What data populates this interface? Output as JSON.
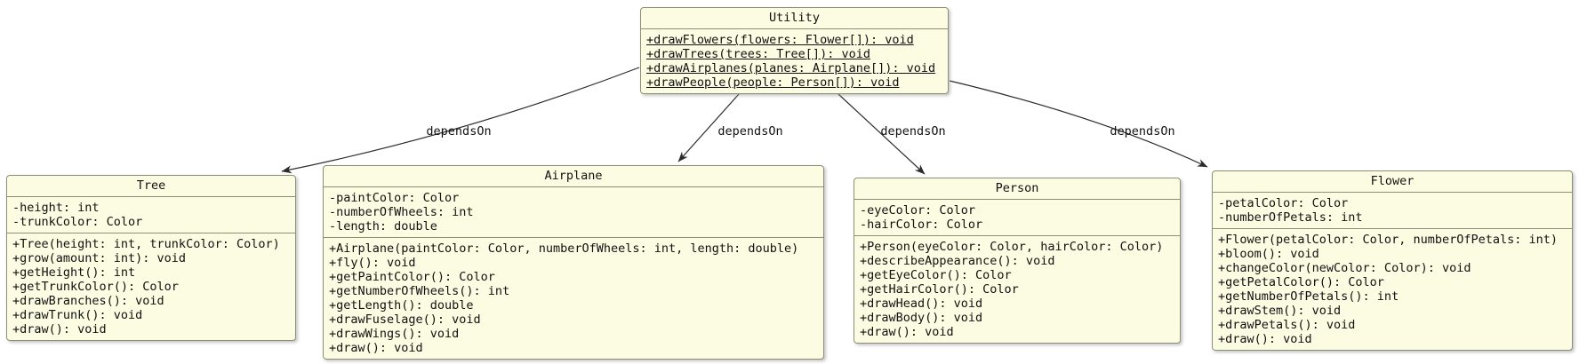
{
  "diagram": {
    "type": "uml-class-diagram",
    "dependency_label": "dependsOn",
    "colors": {
      "box_fill": "#fcfce3",
      "box_border": "#8e8e78",
      "edge_color": "#2b2b2b",
      "text_color": "#111111"
    }
  },
  "classes": [
    {
      "name": "Utility",
      "attributes": [],
      "methods": [
        {
          "text": "+drawFlowers(flowers: Flower[]): void",
          "static": true
        },
        {
          "text": "+drawTrees(trees: Tree[]): void",
          "static": true
        },
        {
          "text": "+drawAirplanes(planes: Airplane[]): void",
          "static": true
        },
        {
          "text": "+drawPeople(people: Person[]): void",
          "static": true
        }
      ]
    },
    {
      "name": "Tree",
      "attributes": [
        "-height: int",
        "-trunkColor: Color"
      ],
      "methods": [
        {
          "text": "+Tree(height: int, trunkColor: Color)",
          "static": false
        },
        {
          "text": "+grow(amount: int): void",
          "static": false
        },
        {
          "text": "+getHeight(): int",
          "static": false
        },
        {
          "text": "+getTrunkColor(): Color",
          "static": false
        },
        {
          "text": "+drawBranches(): void",
          "static": false
        },
        {
          "text": "+drawTrunk(): void",
          "static": false
        },
        {
          "text": "+draw(): void",
          "static": false
        }
      ]
    },
    {
      "name": "Airplane",
      "attributes": [
        "-paintColor: Color",
        "-numberOfWheels: int",
        "-length: double"
      ],
      "methods": [
        {
          "text": "+Airplane(paintColor: Color, numberOfWheels: int, length: double)",
          "static": false
        },
        {
          "text": "+fly(): void",
          "static": false
        },
        {
          "text": "+getPaintColor(): Color",
          "static": false
        },
        {
          "text": "+getNumberOfWheels(): int",
          "static": false
        },
        {
          "text": "+getLength(): double",
          "static": false
        },
        {
          "text": "+drawFuselage(): void",
          "static": false
        },
        {
          "text": "+drawWings(): void",
          "static": false
        },
        {
          "text": "+draw(): void",
          "static": false
        }
      ]
    },
    {
      "name": "Person",
      "attributes": [
        "-eyeColor: Color",
        "-hairColor: Color"
      ],
      "methods": [
        {
          "text": "+Person(eyeColor: Color, hairColor: Color)",
          "static": false
        },
        {
          "text": "+describeAppearance(): void",
          "static": false
        },
        {
          "text": "+getEyeColor(): Color",
          "static": false
        },
        {
          "text": "+getHairColor(): Color",
          "static": false
        },
        {
          "text": "+drawHead(): void",
          "static": false
        },
        {
          "text": "+drawBody(): void",
          "static": false
        },
        {
          "text": "+draw(): void",
          "static": false
        }
      ]
    },
    {
      "name": "Flower",
      "attributes": [
        "-petalColor: Color",
        "-numberOfPetals: int"
      ],
      "methods": [
        {
          "text": "+Flower(petalColor: Color, numberOfPetals: int)",
          "static": false
        },
        {
          "text": "+bloom(): void",
          "static": false
        },
        {
          "text": "+changeColor(newColor: Color): void",
          "static": false
        },
        {
          "text": "+getPetalColor(): Color",
          "static": false
        },
        {
          "text": "+getNumberOfPetals(): int",
          "static": false
        },
        {
          "text": "+drawStem(): void",
          "static": false
        },
        {
          "text": "+drawPetals(): void",
          "static": false
        },
        {
          "text": "+draw(): void",
          "static": false
        }
      ]
    }
  ],
  "edges": [
    {
      "from": "Utility",
      "to": "Tree",
      "label": "dependsOn"
    },
    {
      "from": "Utility",
      "to": "Airplane",
      "label": "dependsOn"
    },
    {
      "from": "Utility",
      "to": "Person",
      "label": "dependsOn"
    },
    {
      "from": "Utility",
      "to": "Flower",
      "label": "dependsOn"
    }
  ]
}
